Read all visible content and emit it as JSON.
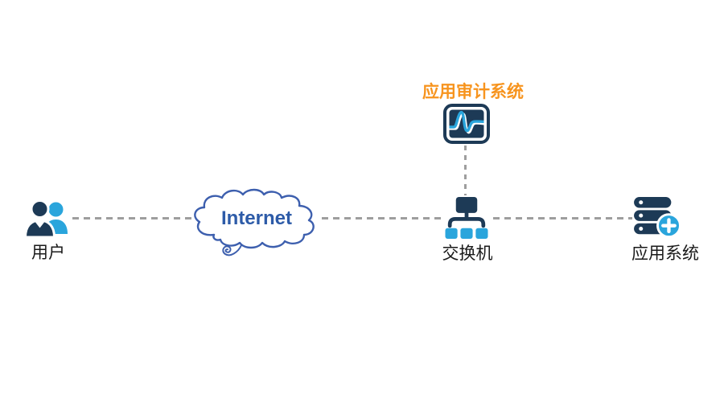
{
  "colors": {
    "navy": "#1d3a56",
    "light_blue": "#2aa5dc",
    "orange": "#f7941e",
    "cloud_stroke": "#3d5fae",
    "internet_text": "#2d5ba8",
    "dash": "#9e9e9e",
    "label": "#1a1a1a"
  },
  "nodes": {
    "user": {
      "label": "用户"
    },
    "internet": {
      "label": "Internet"
    },
    "audit": {
      "label": "应用审计系统"
    },
    "switch": {
      "label": "交换机"
    },
    "app_system": {
      "label": "应用系统"
    }
  }
}
